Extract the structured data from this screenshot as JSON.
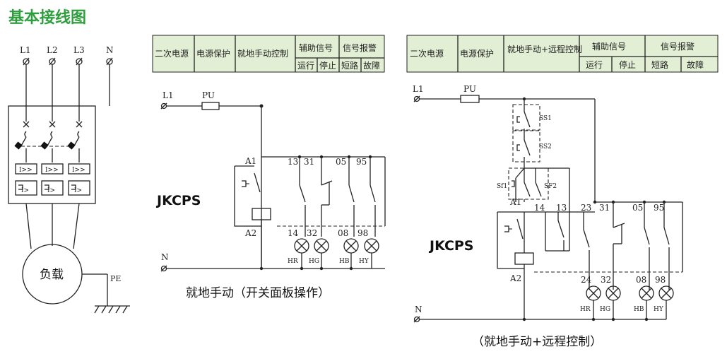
{
  "title": "基本接线图",
  "left": {
    "phases": [
      "L1",
      "L2",
      "L3",
      "N"
    ],
    "load_label": "负载",
    "pe_label": "PE"
  },
  "panel1": {
    "header": {
      "cols": [
        "二次电源",
        "电源保护",
        "就地手动控制"
      ],
      "aux_signal": "辅助信号",
      "alarm_signal": "信号报警",
      "sub": [
        "运行",
        "停止",
        "短路",
        "故障"
      ]
    },
    "line_label": "L1",
    "fuse_label": "PU",
    "neutral_label": "N",
    "coil_top": "A1",
    "coil_bottom": "A2",
    "model": "JKCPS",
    "contacts_top": [
      "13",
      "31",
      "05",
      "95"
    ],
    "contacts_bottom": [
      "14",
      "32",
      "08",
      "98"
    ],
    "lamps": [
      "HR",
      "HG",
      "HB",
      "HY"
    ],
    "caption": "就地手动（开关面板操作）"
  },
  "panel2": {
    "header": {
      "cols": [
        "二次电源",
        "电源保护",
        "就地手动+远程控制"
      ],
      "aux_signal": "辅助信号",
      "alarm_signal": "信号报警",
      "sub": [
        "运行",
        "停止",
        "短路",
        "故障"
      ]
    },
    "line_label": "L1",
    "fuse_label": "PU",
    "neutral_label": "N",
    "switches": [
      "SS1",
      "SS2",
      "Sf1",
      "SF2"
    ],
    "coil_top": "A1",
    "coil_bottom": "A2",
    "model": "JKCPS",
    "contacts_top": [
      "14",
      "13",
      "23",
      "31",
      "05",
      "95"
    ],
    "contacts_bottom": [
      "24",
      "32",
      "08",
      "98"
    ],
    "lamps": [
      "HR",
      "HG",
      "HB",
      "HY"
    ],
    "caption": "（就地手动+远程控制）"
  }
}
